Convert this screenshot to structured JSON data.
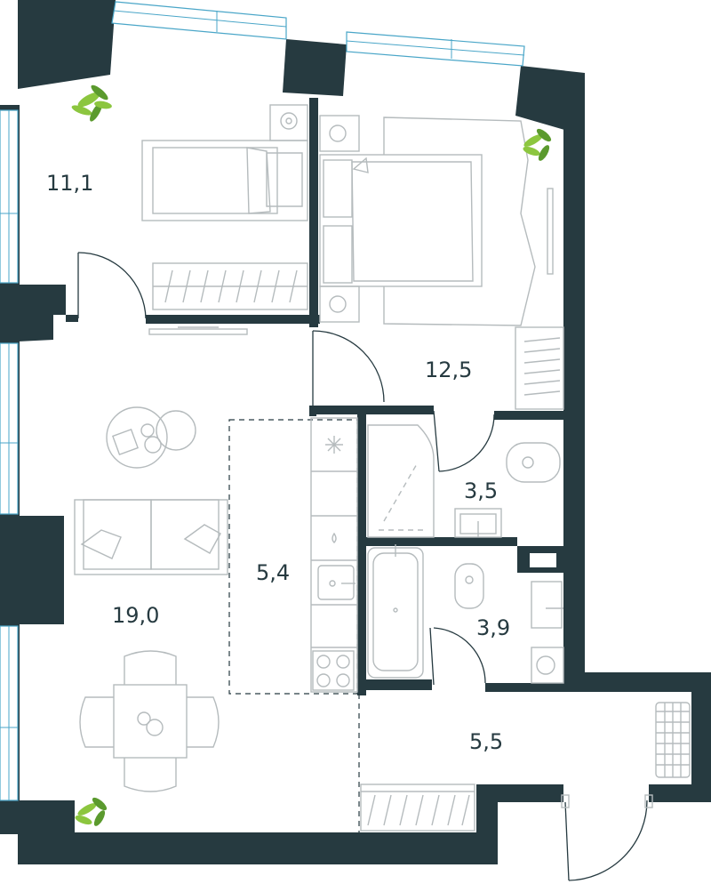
{
  "rooms": [
    {
      "id": "bedroom-1",
      "area": "11,1"
    },
    {
      "id": "bedroom-2",
      "area": "12,5"
    },
    {
      "id": "living-room",
      "area": "19,0"
    },
    {
      "id": "kitchen",
      "area": "5,4"
    },
    {
      "id": "bathroom-1",
      "area": "3,5"
    },
    {
      "id": "bathroom-2",
      "area": "3,9"
    },
    {
      "id": "hallway",
      "area": "5,5"
    }
  ],
  "colors": {
    "wall": "#263a40",
    "window": "#4aa6c8",
    "furniture": "#b5bbbd",
    "plant": "#8cc63f"
  }
}
